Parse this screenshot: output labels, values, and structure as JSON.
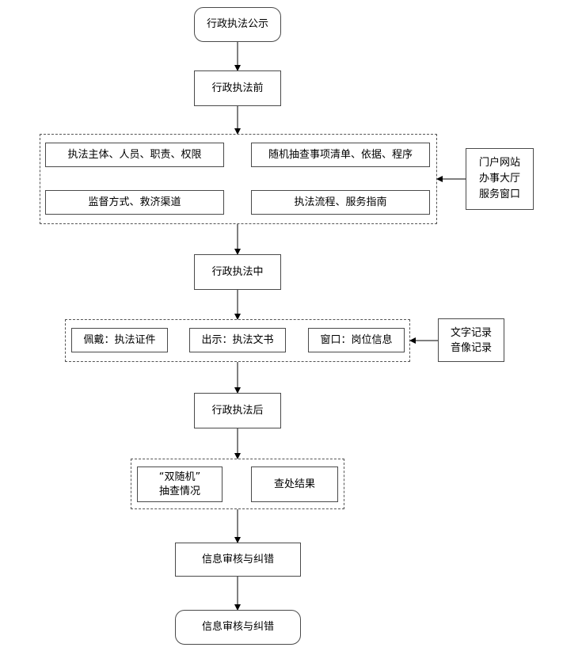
{
  "flow": {
    "start": "行政执法公示",
    "before": "行政执法前",
    "before_items": {
      "subject": "执法主体、人员、职责、权限",
      "random": "随机抽查事项清单、依据、程序",
      "supervision": "监督方式、救济渠道",
      "process": "执法流程、服务指南"
    },
    "before_side": "门户网站\n办事大厅\n服务窗口",
    "during": "行政执法中",
    "during_items": {
      "wear": "佩戴：执法证件",
      "show": "出示：执法文书",
      "window": "窗口：岗位信息"
    },
    "during_side": "文字记录\n音像记录",
    "after": "行政执法后",
    "after_items": {
      "random_check": "“双随机”\n抽查情况",
      "result": "查处结果"
    },
    "review": "信息审核与纠错",
    "end": "信息审核与纠错"
  }
}
